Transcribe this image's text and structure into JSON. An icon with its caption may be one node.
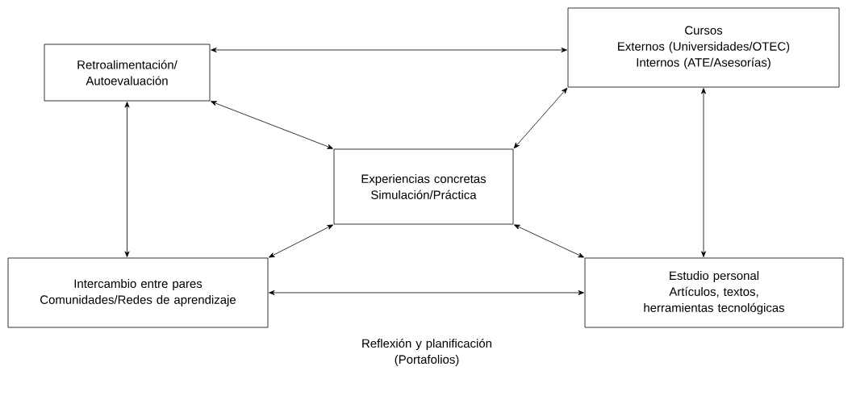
{
  "diagram": {
    "nodes": [
      {
        "text": [
          "Retroalimentación/ Autoevaluación"
        ]
      },
      {
        "text": [
          "Cursos",
          "Externos (Universidades/OTEC)",
          "Internos (ATE/Asesorías)"
        ]
      },
      {
        "text": [
          "Experiencias concretas",
          "Simulación/Práctica"
        ]
      },
      {
        "text": [
          "Intercambio entre pares",
          "Comunidades/Redes de aprendizaje"
        ]
      },
      {
        "text": [
          "Estudio personal",
          "Artículos, textos, herramientas tecnológicas"
        ]
      }
    ],
    "edges": [
      {
        "from": 0,
        "to": 1,
        "arrow": "both"
      },
      {
        "from": 0,
        "to": 2,
        "arrow": "both"
      },
      {
        "from": 1,
        "to": 2,
        "arrow": "both"
      },
      {
        "from": 0,
        "to": 3,
        "arrow": "both"
      },
      {
        "from": 1,
        "to": 4,
        "arrow": "both"
      },
      {
        "from": 2,
        "to": 3,
        "arrow": "both"
      },
      {
        "from": 2,
        "to": 4,
        "arrow": "both"
      },
      {
        "from": 3,
        "to": 4,
        "arrow": "both"
      }
    ],
    "labels": [
      "Reflexión y planificación (Portafolios)"
    ]
  }
}
